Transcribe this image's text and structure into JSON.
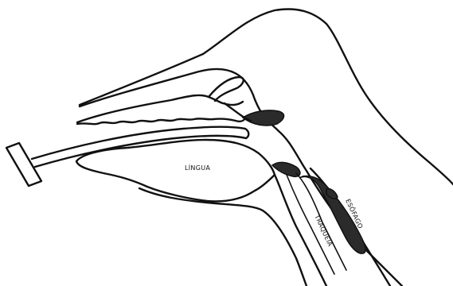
{
  "labels": {
    "tongue": "LÍNGUA",
    "trachea": "TRAQUEIA",
    "esophagus": "ESÔFAGO"
  }
}
